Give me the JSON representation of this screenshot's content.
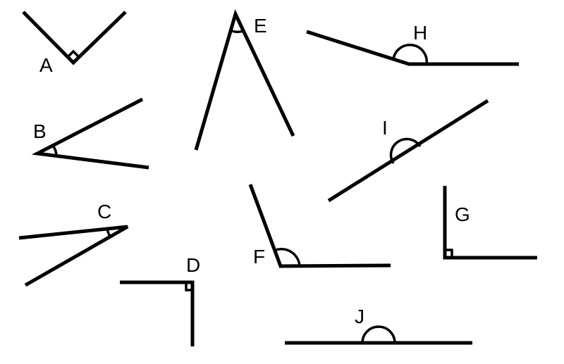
{
  "angles": [
    {
      "label": "A",
      "type": "right"
    },
    {
      "label": "B",
      "type": "acute"
    },
    {
      "label": "C",
      "type": "acute"
    },
    {
      "label": "D",
      "type": "right"
    },
    {
      "label": "E",
      "type": "acute"
    },
    {
      "label": "F",
      "type": "obtuse"
    },
    {
      "label": "G",
      "type": "right"
    },
    {
      "label": "H",
      "type": "obtuse"
    },
    {
      "label": "I",
      "type": "straight"
    },
    {
      "label": "J",
      "type": "straight"
    }
  ],
  "colors": {
    "stroke": "#000000",
    "background": "#ffffff"
  }
}
